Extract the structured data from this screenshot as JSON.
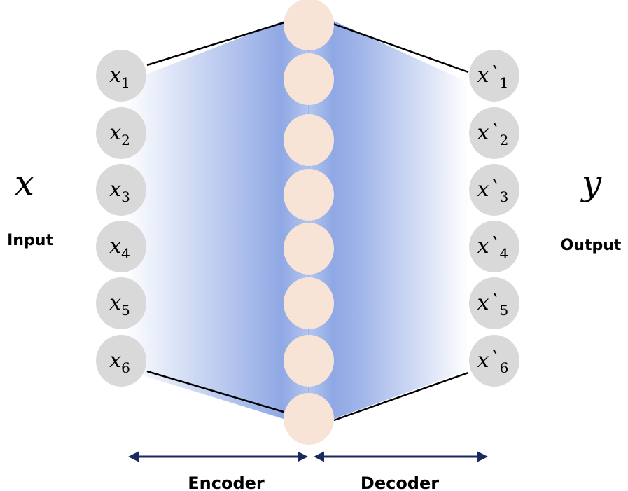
{
  "input": {
    "symbol": "x",
    "label": "Input"
  },
  "output": {
    "symbol": "y",
    "label": "Output"
  },
  "input_nodes": [
    {
      "base": "x",
      "sub": "1"
    },
    {
      "base": "x",
      "sub": "2"
    },
    {
      "base": "x",
      "sub": "3"
    },
    {
      "base": "x",
      "sub": "4"
    },
    {
      "base": "x",
      "sub": "5"
    },
    {
      "base": "x",
      "sub": "6"
    }
  ],
  "output_nodes": [
    {
      "base": "x`",
      "sub": "1"
    },
    {
      "base": "x`",
      "sub": "2"
    },
    {
      "base": "x`",
      "sub": "3"
    },
    {
      "base": "x`",
      "sub": "4"
    },
    {
      "base": "x`",
      "sub": "5"
    },
    {
      "base": "x`",
      "sub": "6"
    }
  ],
  "latent_node_count": 8,
  "encoder_label": "Encoder",
  "decoder_label": "Decoder",
  "colors": {
    "io_node": "#d9d9d9",
    "latent_node": "#f7e4d6",
    "band": "#8fa8e4",
    "arrow": "#1a2a5e",
    "line": "#000000"
  }
}
